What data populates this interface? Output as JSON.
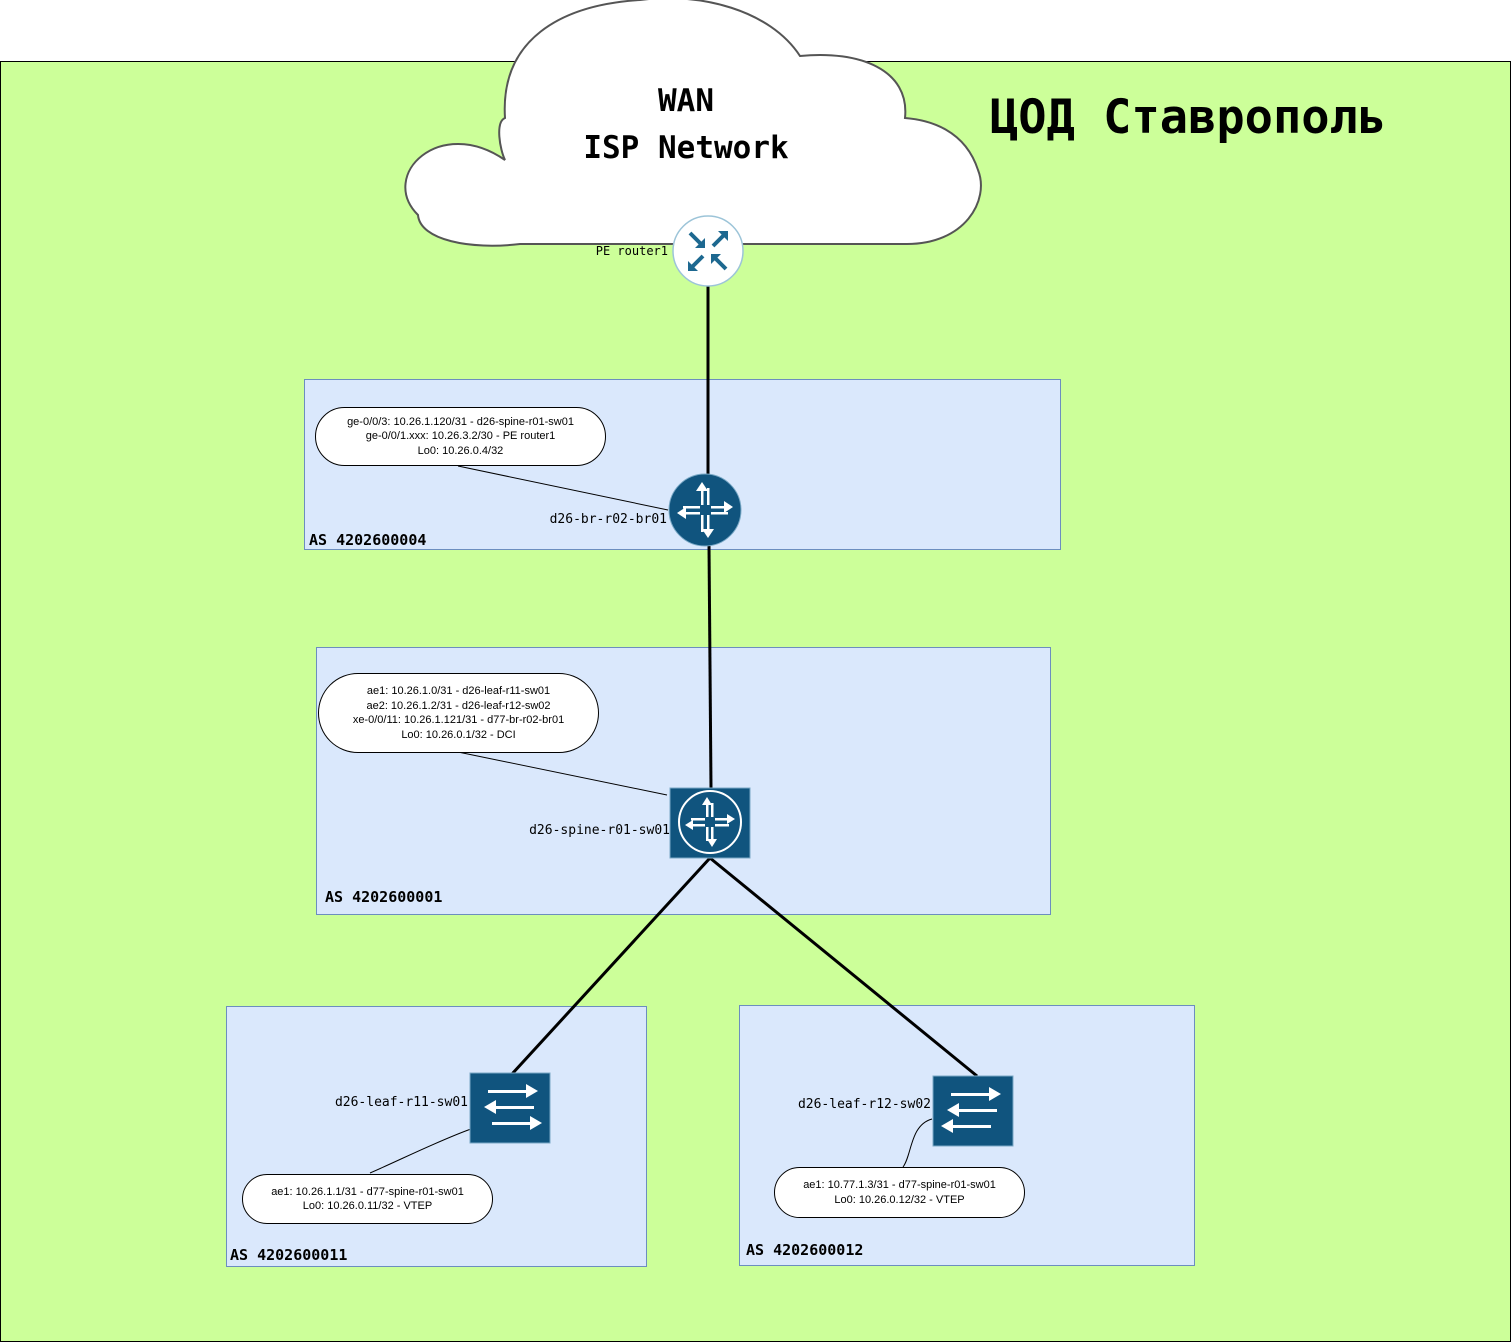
{
  "title": "ЦОД Ставрополь",
  "cloud": {
    "line1": "WAN",
    "line2": "ISP Network",
    "pe_label": "PE router1"
  },
  "border_router": {
    "as": "AS 4202600004",
    "name": "d26-br-r02-br01",
    "notes": [
      "ge-0/0/3: 10.26.1.120/31 - d26-spine-r01-sw01",
      "ge-0/0/1.xxx: 10.26.3.2/30 - PE router1",
      "Lo0: 10.26.0.4/32"
    ]
  },
  "spine": {
    "as": "AS 4202600001",
    "name": "d26-spine-r01-sw01",
    "notes": [
      "ae1: 10.26.1.0/31 - d26-leaf-r11-sw01",
      "ae2: 10.26.1.2/31 - d26-leaf-r12-sw02",
      "xe-0/0/11: 10.26.1.121/31 - d77-br-r02-br01",
      "Lo0: 10.26.0.1/32 - DCI"
    ]
  },
  "leaf1": {
    "as": "AS 4202600011",
    "name": "d26-leaf-r11-sw01",
    "notes": [
      "ae1: 10.26.1.1/31 - d77-spine-r01-sw01",
      "Lo0: 10.26.0.11/32 - VTEP"
    ]
  },
  "leaf2": {
    "as": "AS 4202600012",
    "name": "d26-leaf-r12-sw02",
    "notes": [
      "ae1: 10.77.1.3/31 - d77-spine-r01-sw01",
      "Lo0: 10.26.0.12/32 - VTEP"
    ]
  },
  "colors": {
    "background": "#ccff99",
    "as_box": "#dae8fc",
    "as_box_border": "#6c8ebf",
    "device": "#10547e",
    "cloud_border": "#555555"
  }
}
